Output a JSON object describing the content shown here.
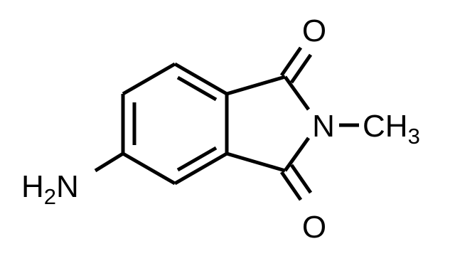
{
  "molecule": {
    "atoms": {
      "oxygen_top": "O",
      "oxygen_bottom": "O",
      "nitrogen": "N",
      "methyl_c": "C",
      "methyl_h": "H",
      "methyl_count": "3",
      "amine_h": "H",
      "amine_count": "2",
      "amine_n": "N"
    },
    "colors": {
      "bond": "#000000",
      "label": "#000000",
      "background": "#ffffff"
    }
  }
}
